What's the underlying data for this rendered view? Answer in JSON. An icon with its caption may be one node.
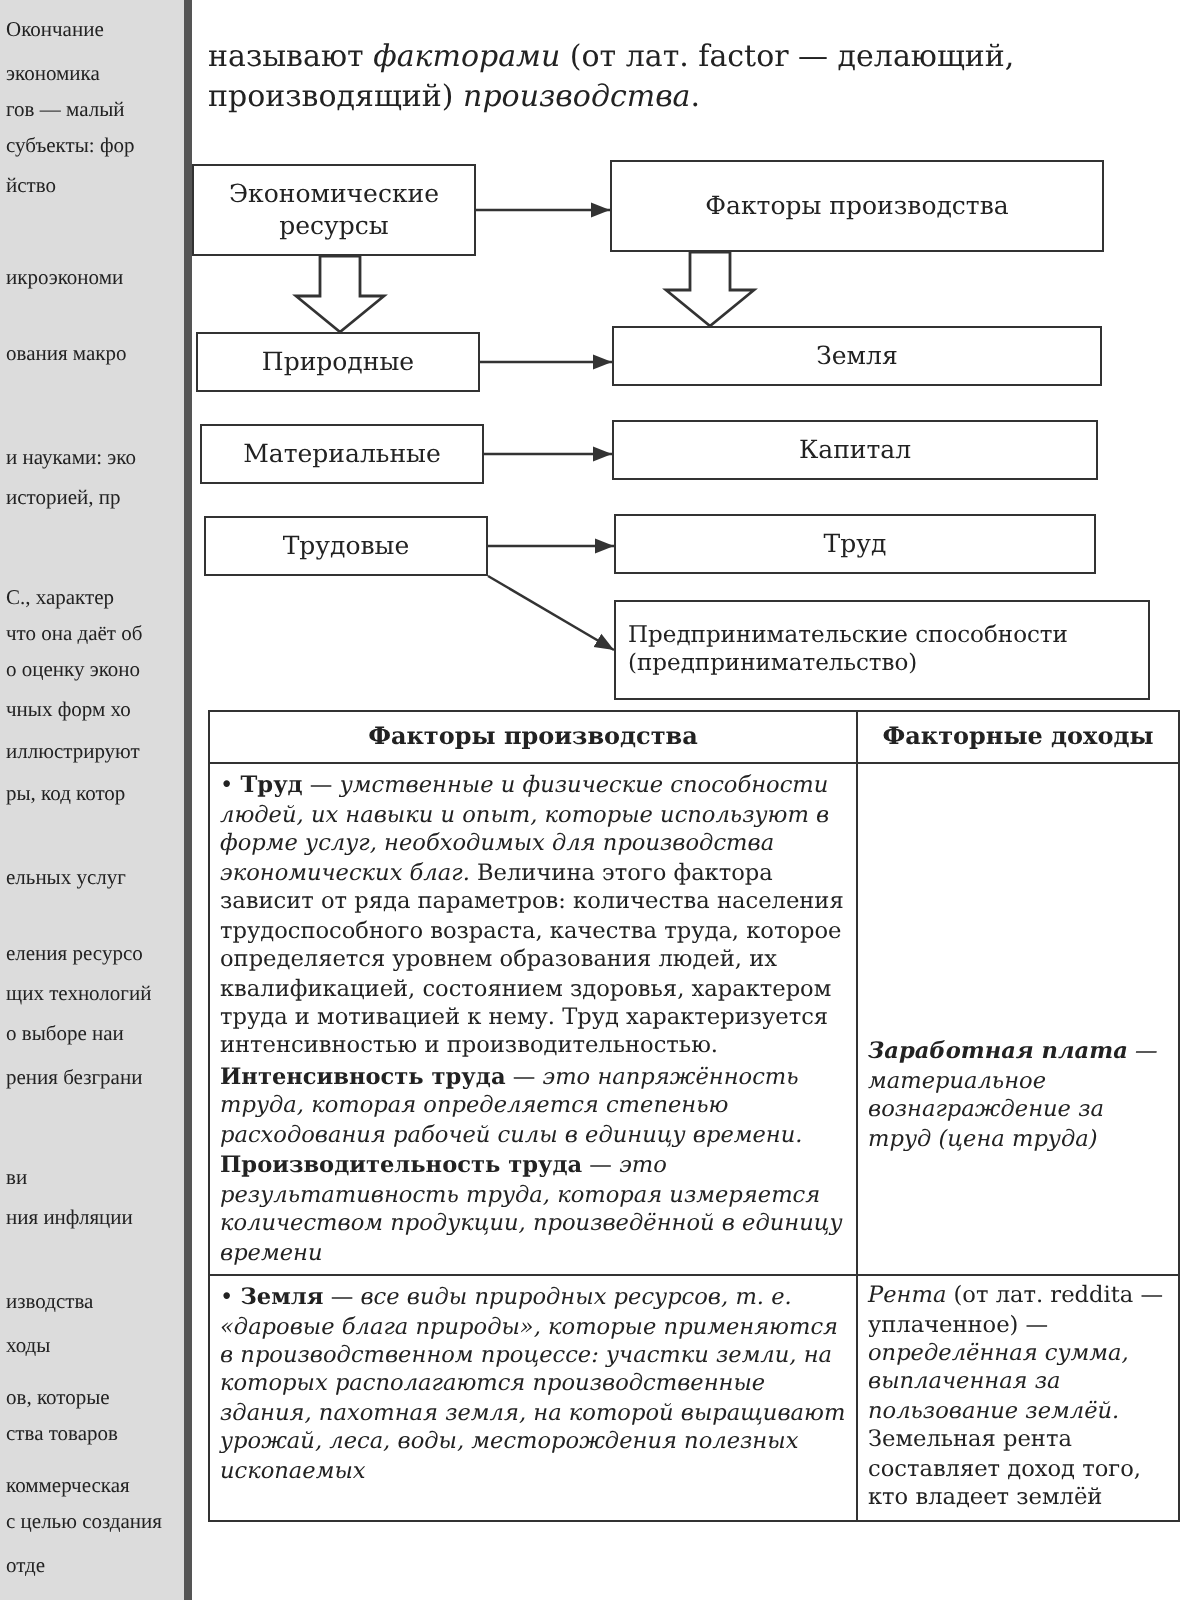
{
  "diagram": {
    "nodes": [
      {
        "text": [
          "Экономические ресурсы"
        ]
      },
      {
        "text": [
          "Факторы производства"
        ]
      },
      {
        "text": [
          "Природные"
        ]
      },
      {
        "text": [
          "Земля"
        ]
      },
      {
        "text": [
          "Материальные"
        ]
      },
      {
        "text": [
          "Капитал"
        ]
      },
      {
        "text": [
          "Трудовые"
        ]
      },
      {
        "text": [
          "Труд"
        ]
      },
      {
        "text": [
          "Предпринимательские способности (предпринимательство)"
        ]
      }
    ],
    "edges": [
      {
        "from": 0,
        "to": 1,
        "arrow": "to"
      },
      {
        "from": 0,
        "to": 2,
        "arrow": "to",
        "style": "thick"
      },
      {
        "from": 1,
        "to": 3,
        "arrow": "to",
        "style": "thick"
      },
      {
        "from": 2,
        "to": 3,
        "arrow": "to"
      },
      {
        "from": 4,
        "to": 5,
        "arrow": "to"
      },
      {
        "from": 6,
        "to": 7,
        "arrow": "to"
      },
      {
        "from": 6,
        "to": 8,
        "arrow": "to"
      }
    ],
    "labels": [
      "Окончание",
      "экономика",
      "гов — малый",
      "субъекты: фор",
      "йство",
      "икроэкономи",
      "ования макро",
      "и науками: эко",
      "историей, пр",
      "С., характер",
      "что она даёт об",
      "о оценку эконо",
      "чных форм хо",
      "иллюстрируют",
      "ры, код котор",
      "ельных услуг",
      "еления ресурсо",
      "щих технологий",
      "о выборе наи",
      "рения безграни",
      "ви",
      "ния инфляции",
      "изводства",
      "ходы",
      "ов, которые",
      "ства товаров",
      "коммерческая",
      "с целью создания",
      "отде",
      "называют *факторами* (от лат. factor — делающий, производящий) *производства*.",
      "Факторы производства",
      "Факторные доходы",
      "• **Труд** — *умственные и физические способности людей, их навыки и опыт, которые используют в форме услуг, необходимых для производства экономических благ.* Величина этого фактора зависит от ряда параметров: количества населения трудоспособного возраста, качества труда, которое определяется уровнем образования людей, их квалификацией, состоянием здоровья, характером труда и мотивацией к нему. Труд характеризуется интенсивностью и производительностью. **Интенсивность труда** — *это напряжённость труда, которая определяется степенью расходования рабочей силы в единицу времени.* **Производительность труда** — *это результативность труда, которая измеряется количеством продукции, произведённой в единицу времени*",
      "**Заработная плата** — материальное вознаграждение за труд (цена труда)",
      "• **Земля** — *все виды природных ресурсов, т. е. «даровые блага природы», которые применяются в производственном процессе: участки земли, на которых располагаются производственные здания, пахотная земля, на которой выращивают урожай, леса, воды, месторождения полезных ископаемых*",
      "*Рента* (от лат. reddita — уплаченное) — *определённая сумма, выплаченная за пользование землёй.* Земельная рента составляет доход того, кто владеет землёй"
    ]
  }
}
